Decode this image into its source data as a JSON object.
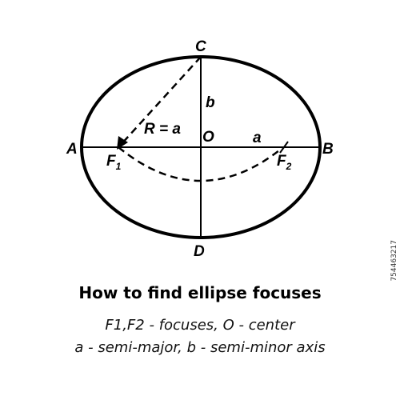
{
  "diagram": {
    "point_labels": {
      "A": "A",
      "B": "B",
      "C": "C",
      "D": "D",
      "O": "O",
      "F1_base": "F",
      "F1_sub": "1",
      "F2_base": "F",
      "F2_sub": "2"
    },
    "segment_labels": {
      "b": "b",
      "a": "a",
      "radius": "R = a"
    }
  },
  "title": "How to find ellipse focuses",
  "caption_lines": [
    "F1,F2 - focuses, O - center",
    "a - semi-major, b - semi-minor axis"
  ],
  "stock_id": "754463217",
  "colors": {
    "stroke": "#000000",
    "background": "#ffffff"
  }
}
